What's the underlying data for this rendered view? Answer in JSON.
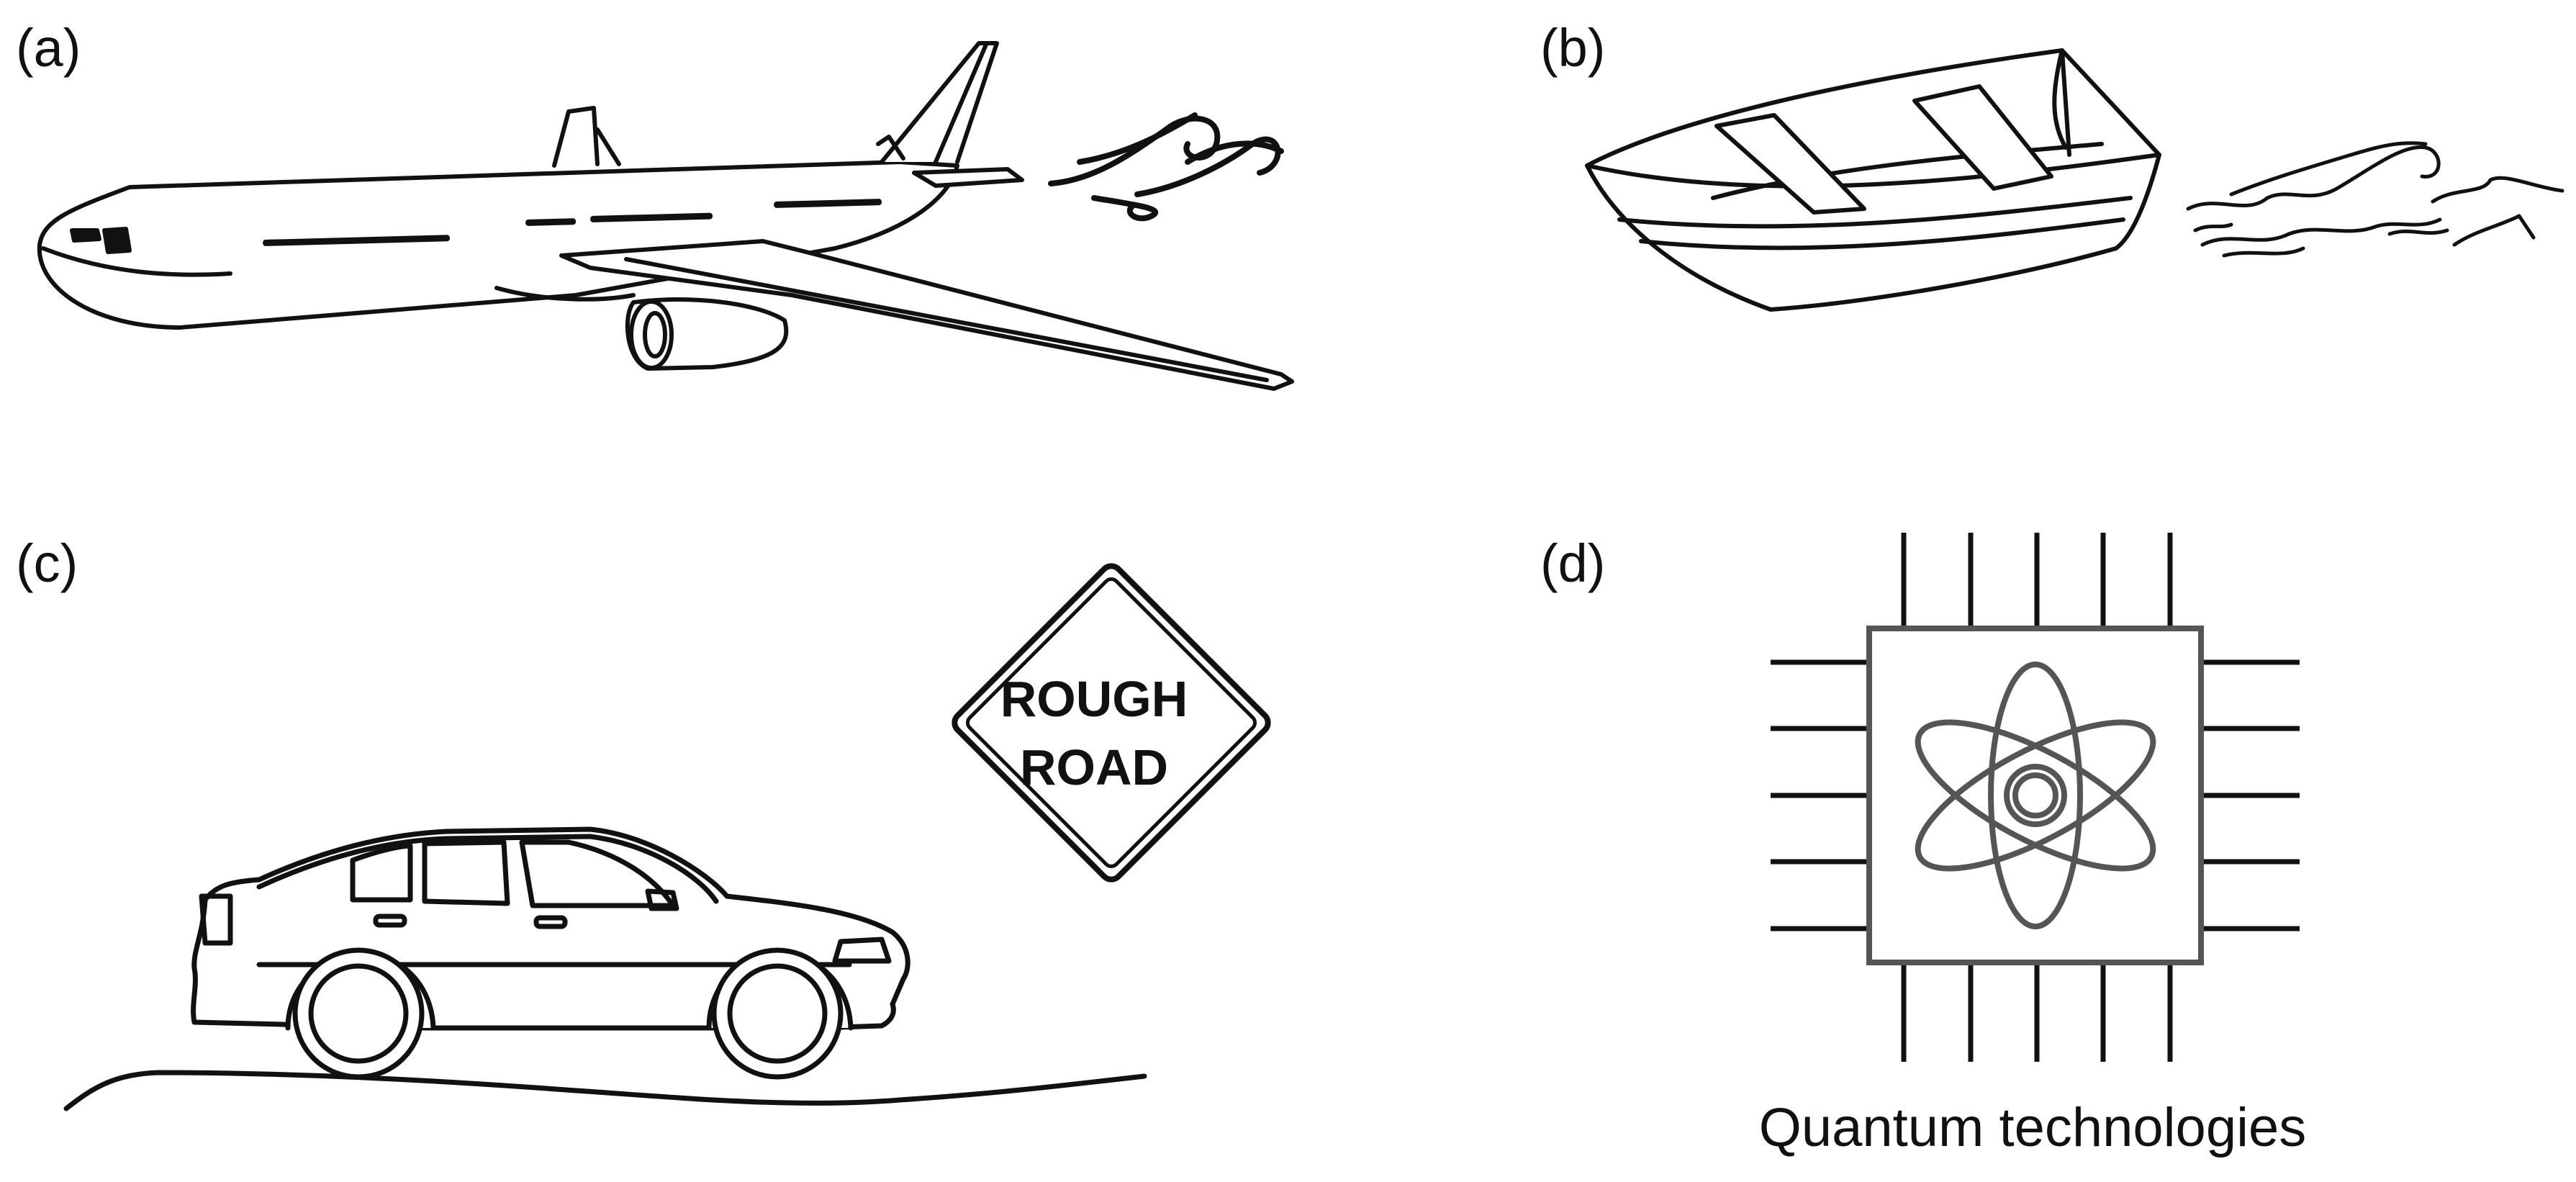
{
  "panels": {
    "a": {
      "label": "(a)",
      "icons": [
        "airplane-icon",
        "wind-gust-icon"
      ]
    },
    "b": {
      "label": "(b)",
      "icons": [
        "rowboat-icon",
        "sea-waves-icon"
      ]
    },
    "c": {
      "label": "(c)",
      "icons": [
        "car-icon",
        "road-sign-icon",
        "bumpy-road-icon"
      ],
      "sign_line1": "ROUGH",
      "sign_line2": "ROAD"
    },
    "d": {
      "label": "(d)",
      "icons": [
        "quantum-chip-icon",
        "atom-icon"
      ],
      "caption": "Quantum technologies"
    }
  },
  "colors": {
    "ink": "#111111",
    "chip_gray": "#555555",
    "background": "#ffffff"
  }
}
